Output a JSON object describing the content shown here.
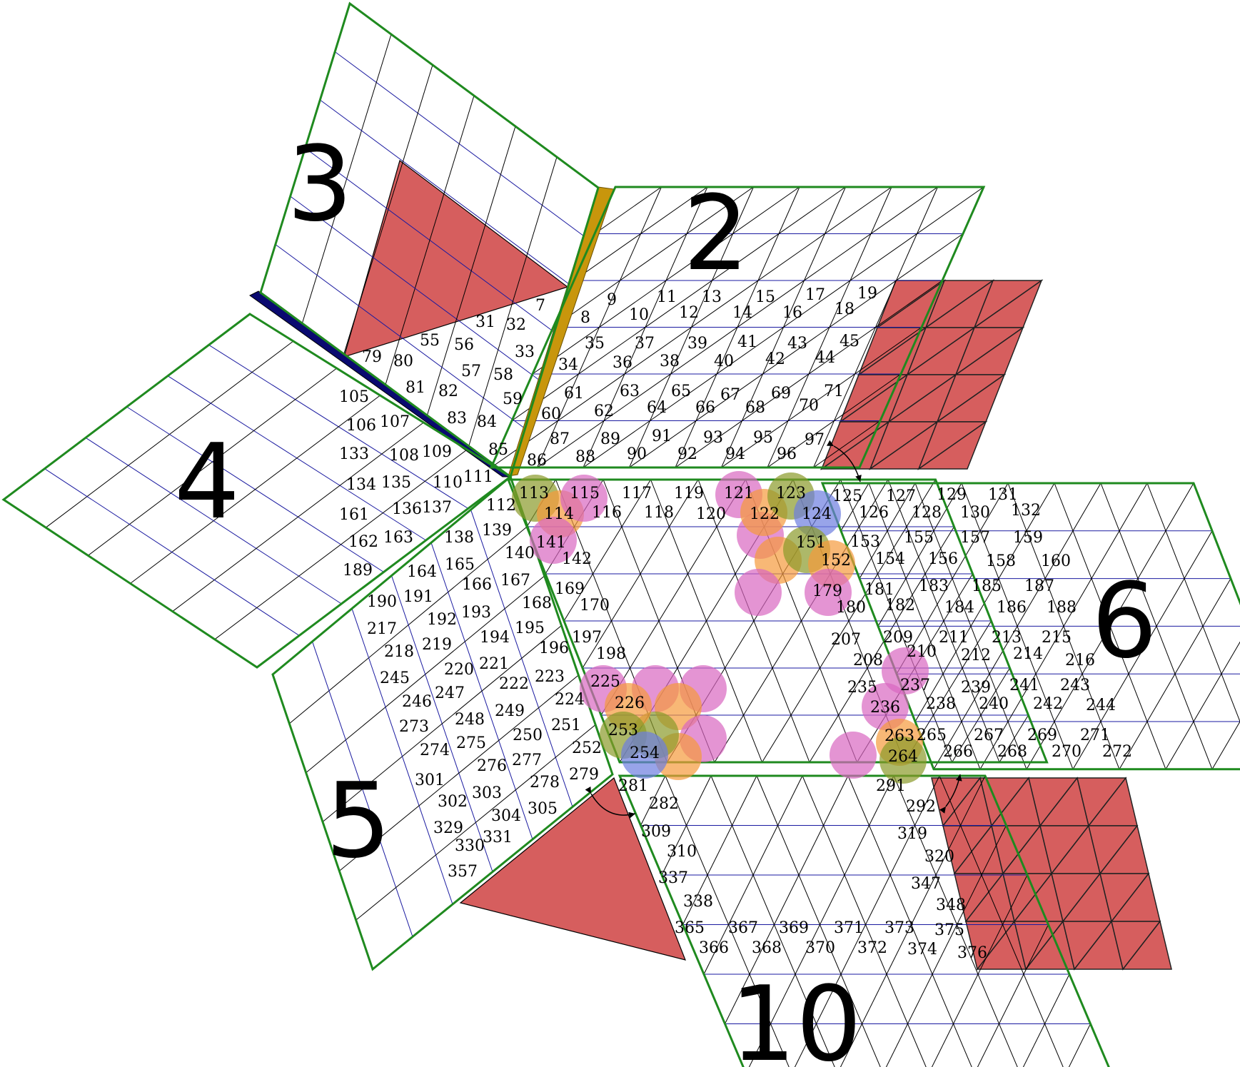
{
  "diagram": {
    "colors": {
      "outline": "#1f8a1f",
      "grid_blue": "#1a1aa0",
      "grid_black": "#000000",
      "filled": "#d65e5e",
      "strip_gold": "#c8960c",
      "strip_navy": "#0a0a70",
      "dot_olive": "#8a9a2a",
      "dot_orange": "#f59a3c",
      "dot_magenta": "#d966c0",
      "dot_blue": "#6c7ee0"
    },
    "panel_labels": [
      "3",
      "2",
      "4",
      "6",
      "5",
      "10"
    ],
    "cell_numbers": [
      "7",
      "8",
      "9",
      "10",
      "11",
      "12",
      "13",
      "14",
      "15",
      "16",
      "17",
      "18",
      "19",
      "31",
      "32",
      "33",
      "34",
      "35",
      "36",
      "37",
      "38",
      "39",
      "40",
      "41",
      "42",
      "43",
      "44",
      "45",
      "55",
      "56",
      "57",
      "58",
      "59",
      "60",
      "61",
      "62",
      "63",
      "64",
      "65",
      "66",
      "67",
      "68",
      "69",
      "70",
      "71",
      "79",
      "80",
      "81",
      "82",
      "83",
      "84",
      "85",
      "86",
      "87",
      "88",
      "89",
      "90",
      "91",
      "92",
      "93",
      "94",
      "95",
      "96",
      "97",
      "105",
      "106",
      "107",
      "108",
      "109",
      "110",
      "111",
      "112",
      "113",
      "114",
      "115",
      "116",
      "117",
      "118",
      "119",
      "120",
      "121",
      "122",
      "123",
      "124",
      "125",
      "126",
      "127",
      "128",
      "129",
      "130",
      "131",
      "132",
      "133",
      "134",
      "135",
      "136",
      "137",
      "138",
      "139",
      "140",
      "141",
      "142",
      "151",
      "152",
      "153",
      "154",
      "155",
      "156",
      "157",
      "158",
      "159",
      "160",
      "161",
      "162",
      "163",
      "164",
      "165",
      "166",
      "167",
      "168",
      "169",
      "170",
      "179",
      "180",
      "181",
      "182",
      "183",
      "184",
      "185",
      "186",
      "187",
      "188",
      "189",
      "190",
      "191",
      "192",
      "193",
      "194",
      "195",
      "196",
      "197",
      "198",
      "207",
      "208",
      "209",
      "210",
      "211",
      "212",
      "213",
      "214",
      "215",
      "216",
      "217",
      "218",
      "219",
      "220",
      "221",
      "222",
      "223",
      "224",
      "225",
      "226",
      "235",
      "236",
      "237",
      "238",
      "239",
      "240",
      "241",
      "242",
      "243",
      "244",
      "245",
      "246",
      "247",
      "248",
      "249",
      "250",
      "251",
      "252",
      "253",
      "254",
      "263",
      "264",
      "265",
      "266",
      "267",
      "268",
      "269",
      "270",
      "271",
      "272",
      "273",
      "274",
      "275",
      "276",
      "277",
      "278",
      "279",
      "281",
      "282",
      "291",
      "292",
      "301",
      "302",
      "303",
      "304",
      "305",
      "309",
      "310",
      "319",
      "320",
      "329",
      "330",
      "331",
      "337",
      "338",
      "347",
      "348",
      "357",
      "365",
      "366",
      "367",
      "368",
      "369",
      "370",
      "371",
      "372",
      "373",
      "374",
      "375",
      "376"
    ],
    "highlights": [
      {
        "cell": "113",
        "color": "olive"
      },
      {
        "cell": "114",
        "color": "orange"
      },
      {
        "cell": "115",
        "color": "magenta"
      },
      {
        "cell": "141",
        "color": "magenta"
      },
      {
        "cell": "121",
        "color": "magenta"
      },
      {
        "cell": "122",
        "color": "orange"
      },
      {
        "cell": "123",
        "color": "olive"
      },
      {
        "cell": "124",
        "color": "blue"
      },
      {
        "cell": "151",
        "color": "olive"
      },
      {
        "cell": "152",
        "color": "orange"
      },
      {
        "cell": "179",
        "color": "magenta"
      },
      {
        "cell": "225",
        "color": "magenta"
      },
      {
        "cell": "226",
        "color": "orange"
      },
      {
        "cell": "253",
        "color": "olive"
      },
      {
        "cell": "254",
        "color": "blue"
      },
      {
        "cell": "236",
        "color": "magenta"
      },
      {
        "cell": "263",
        "color": "orange"
      },
      {
        "cell": "264",
        "color": "olive"
      }
    ]
  }
}
